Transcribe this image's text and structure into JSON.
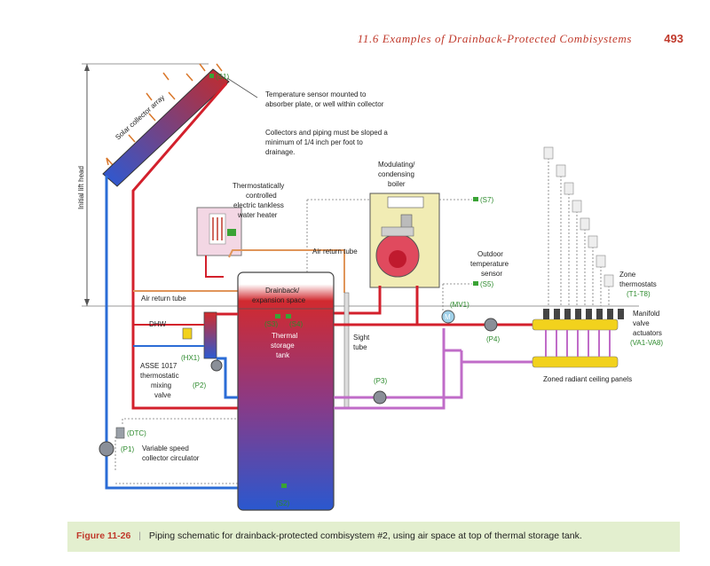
{
  "header": {
    "running_title": "11.6 Examples of Drainback-Protected Combisystems",
    "page_number": "493"
  },
  "figure": {
    "labels": {
      "collector_array": "Solar collector array",
      "initial_lift": "Initial lift head",
      "s1": "(S1)",
      "sensor_note_1": "Temperature sensor mounted to",
      "sensor_note_2": "absorber plate, or well within collector",
      "slope_1": "Collectors and piping must be sloped a",
      "slope_2": "minimum of 1/4 inch per foot to",
      "slope_3": "drainage.",
      "heater_1": "Thermostatically",
      "heater_2": "controlled",
      "heater_3": "electric tankless",
      "heater_4": "water heater",
      "boiler_1": "Modulating/",
      "boiler_2": "condensing",
      "boiler_3": "boiler",
      "s7": "(S7)",
      "air_return_1": "Air return tube",
      "air_return_2": "Air return tube",
      "outdoor_1": "Outdoor",
      "outdoor_2": "temperature",
      "outdoor_3": "sensor",
      "s5": "(S5)",
      "drainback_1": "Drainback/",
      "drainback_2": "expansion space",
      "s3": "(S3)",
      "s4": "(S4)",
      "tank_1": "Thermal",
      "tank_2": "storage",
      "tank_3": "tank",
      "sight_1": "Sight",
      "sight_2": "tube",
      "dhw": "DHW",
      "hx1": "(HX1)",
      "asse_1": "ASSE 1017",
      "asse_2": "thermostatic",
      "asse_3": "mixing",
      "asse_4": "valve",
      "p2": "(P2)",
      "p3": "(P3)",
      "p4": "(P4)",
      "mv1": "(MV1)",
      "m": "M",
      "dtc": "(DTC)",
      "p1": "(P1)",
      "p1_desc_1": "Variable speed",
      "p1_desc_2": "collector circulator",
      "s2": "(S2)",
      "zone_1": "Zone",
      "zone_2": "thermostats",
      "zone_3": "(T1-T8)",
      "manifold_1": "Manifold",
      "manifold_2": "valve",
      "manifold_3": "actuators",
      "manifold_4": "(VA1-VA8)",
      "panels": "Zoned radiant ceiling panels"
    }
  },
  "caption": {
    "label": "Figure 11-26",
    "separator": "|",
    "text": "Piping schematic for drainback-protected combisystem #2, using air space at top of thermal storage tank."
  },
  "colors": {
    "accent_red": "#c0392b",
    "hot_pipe": "#d3202c",
    "cold_pipe": "#2b6cd6",
    "radiant_pipe": "#c06cc8",
    "sensor_green": "#3aa335",
    "manifold_yellow": "#f2d21d",
    "caption_bg": "#e3efcf"
  }
}
